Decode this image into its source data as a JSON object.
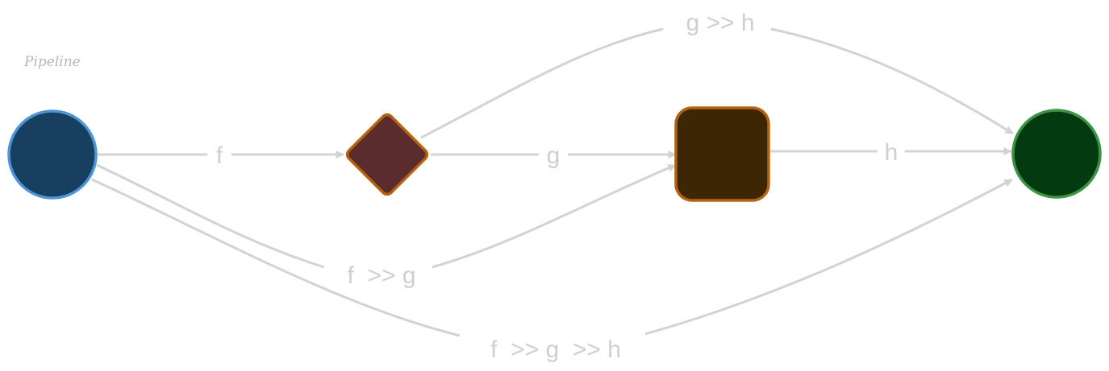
{
  "title": "Pipeline",
  "colors": {
    "edge": "#d3d3d3",
    "label": "#cfcfcf",
    "title": "#b8b8b8",
    "start_fill": "#17405e",
    "start_stroke": "#4d95d6",
    "diamond_fill": "#5a2c2d",
    "diamond_stroke": "#b6620f",
    "square_fill": "#3c2704",
    "square_stroke": "#b6620f",
    "end_fill": "#033a0f",
    "end_stroke": "#3c9343"
  },
  "nodes": [
    {
      "id": "start",
      "shape": "circle"
    },
    {
      "id": "diamond",
      "shape": "diamond"
    },
    {
      "id": "square",
      "shape": "rounded-square"
    },
    {
      "id": "end",
      "shape": "circle"
    }
  ],
  "edges": [
    {
      "from": "start",
      "to": "diamond",
      "label": "f"
    },
    {
      "from": "diamond",
      "to": "square",
      "label": "g"
    },
    {
      "from": "square",
      "to": "end",
      "label": "h"
    },
    {
      "from": "diamond",
      "to": "end",
      "label": "g >> h"
    },
    {
      "from": "start",
      "to": "square",
      "label": "f  >> g"
    },
    {
      "from": "start",
      "to": "end",
      "label": "f  >> g  >> h"
    }
  ]
}
